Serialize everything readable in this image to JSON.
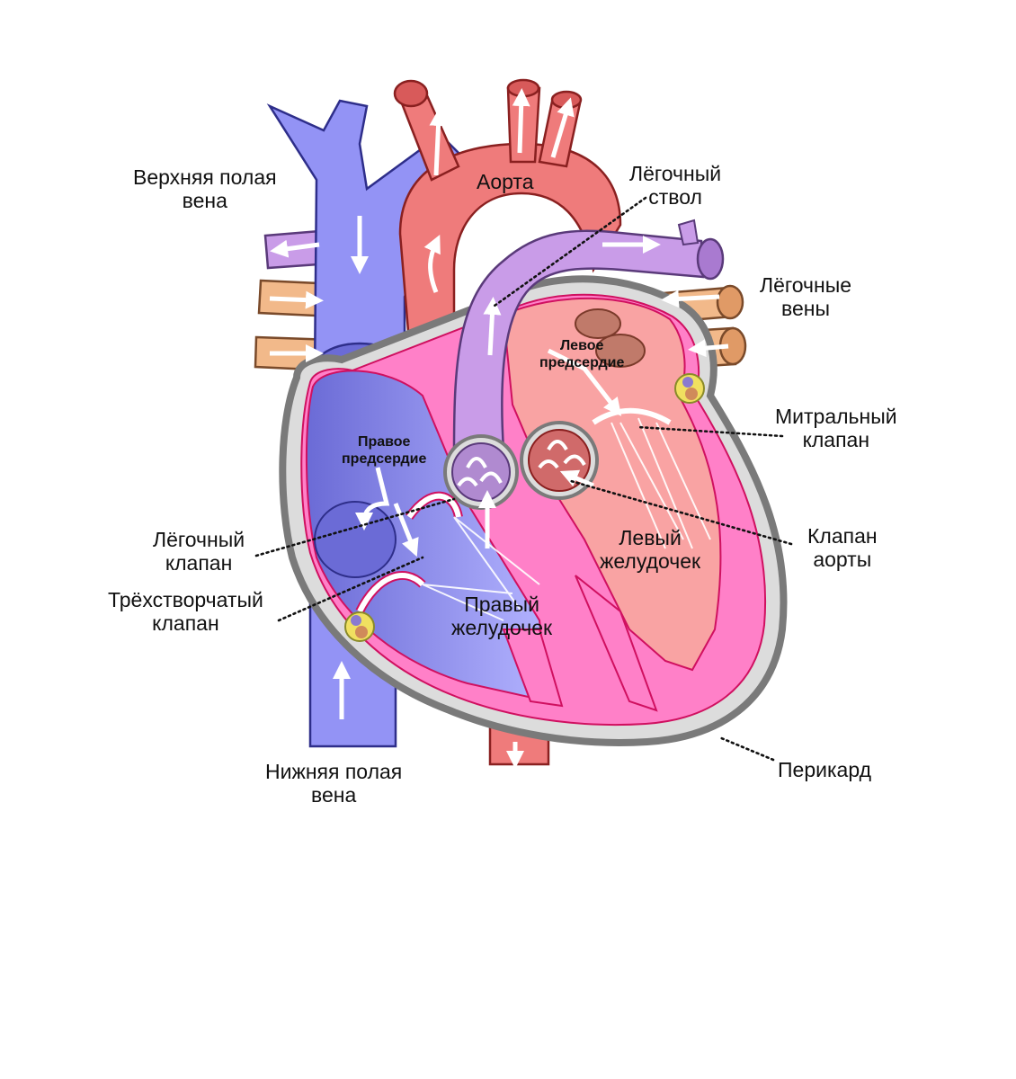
{
  "labels": {
    "svc": [
      "Верхняя полая",
      "вена"
    ],
    "aorta": "Аорта",
    "pulm_trunk": [
      "Лёгочный",
      "ствол"
    ],
    "pulm_veins": [
      "Лёгочные",
      "вены"
    ],
    "left_atrium": [
      "Левое",
      "предсердие"
    ],
    "right_atrium": [
      "Правое",
      "предсердие"
    ],
    "mitral": [
      "Митральный",
      "клапан"
    ],
    "pulm_valve": [
      "Лёгочный",
      "клапан"
    ],
    "aortic_valve": [
      "Клапан",
      "аорты"
    ],
    "left_ventricle": [
      "Левый",
      "желудочек"
    ],
    "tricuspid": [
      "Трёхстворчатый",
      "клапан"
    ],
    "right_ventricle": [
      "Правый",
      "желудочек"
    ],
    "ivc": [
      "Нижняя полая",
      "вена"
    ],
    "pericardium": "Перикард"
  },
  "colors": {
    "vena_blue": "#9393f5",
    "artery_red": "#ef7b7b",
    "pulmonary_purple": "#c99ce8",
    "pulmonary_vein_tan": "#f2b98a",
    "myocardium_pink": "#ff80c8",
    "pericardium_gray": "#8a8a8a"
  }
}
